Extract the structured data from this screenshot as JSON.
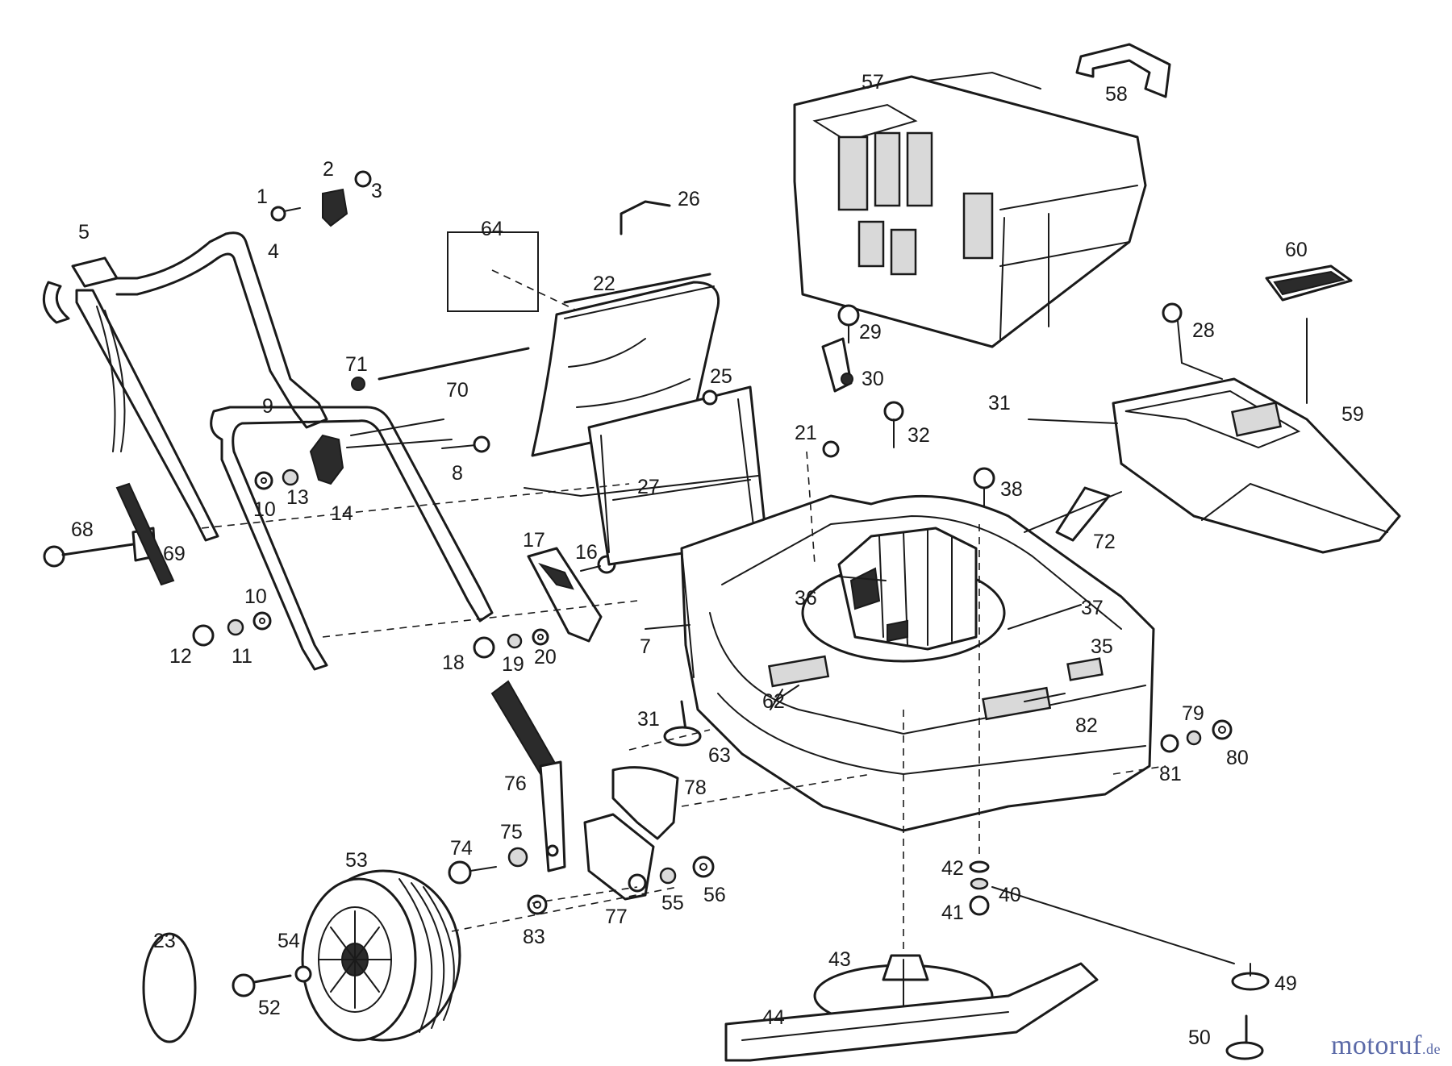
{
  "diagram": {
    "part_labels": [
      "1",
      "2",
      "3",
      "4",
      "5",
      "7",
      "8",
      "9",
      "10",
      "10",
      "11",
      "12",
      "13",
      "14",
      "16",
      "17",
      "18",
      "19",
      "20",
      "21",
      "22",
      "23",
      "25",
      "26",
      "27",
      "28",
      "29",
      "30",
      "31",
      "31",
      "31",
      "32",
      "35",
      "36",
      "37",
      "38",
      "40",
      "41",
      "42",
      "43",
      "44",
      "49",
      "50",
      "52",
      "53",
      "54",
      "55",
      "56",
      "57",
      "58",
      "59",
      "60",
      "62",
      "63",
      "64",
      "68",
      "69",
      "70",
      "71",
      "72",
      "74",
      "75",
      "76",
      "77",
      "78",
      "79",
      "80",
      "81",
      "82",
      "83"
    ]
  },
  "watermark": {
    "text_main": "motoruf",
    "text_tld": ".de"
  }
}
